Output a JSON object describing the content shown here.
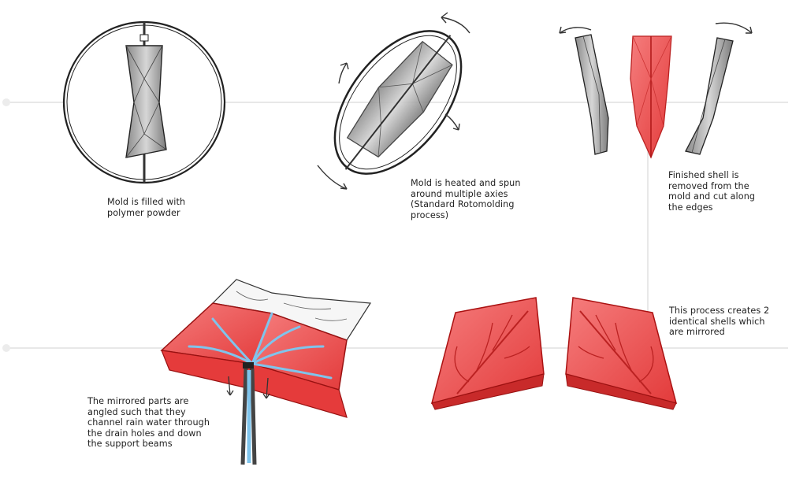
{
  "steps": [
    {
      "id": "fill",
      "lines": [
        "Mold is filled with",
        "polymer powder"
      ]
    },
    {
      "id": "spin",
      "lines": [
        "Mold is heated and spun",
        "around multiple axies",
        "(Standard Rotomolding",
        "process)"
      ]
    },
    {
      "id": "cut",
      "lines": [
        "Finished shell is",
        "removed from the",
        "mold and cut along",
        "the edges"
      ]
    },
    {
      "id": "mirror",
      "lines": [
        "This process creates 2",
        "identical shells which",
        "are mirrored"
      ]
    },
    {
      "id": "drain",
      "lines": [
        "The mirrored parts are",
        "angled such that they",
        "channel rain water through",
        "the drain holes and down",
        "the support beams"
      ]
    }
  ],
  "colors": {
    "shell_red": "#ef4a4a",
    "shell_red_light": "#f57878",
    "mold_grey": "#9a9a9a",
    "outline": "#222222",
    "water_blue": "#7fc4ec",
    "timeline": "#e9e9e9"
  }
}
